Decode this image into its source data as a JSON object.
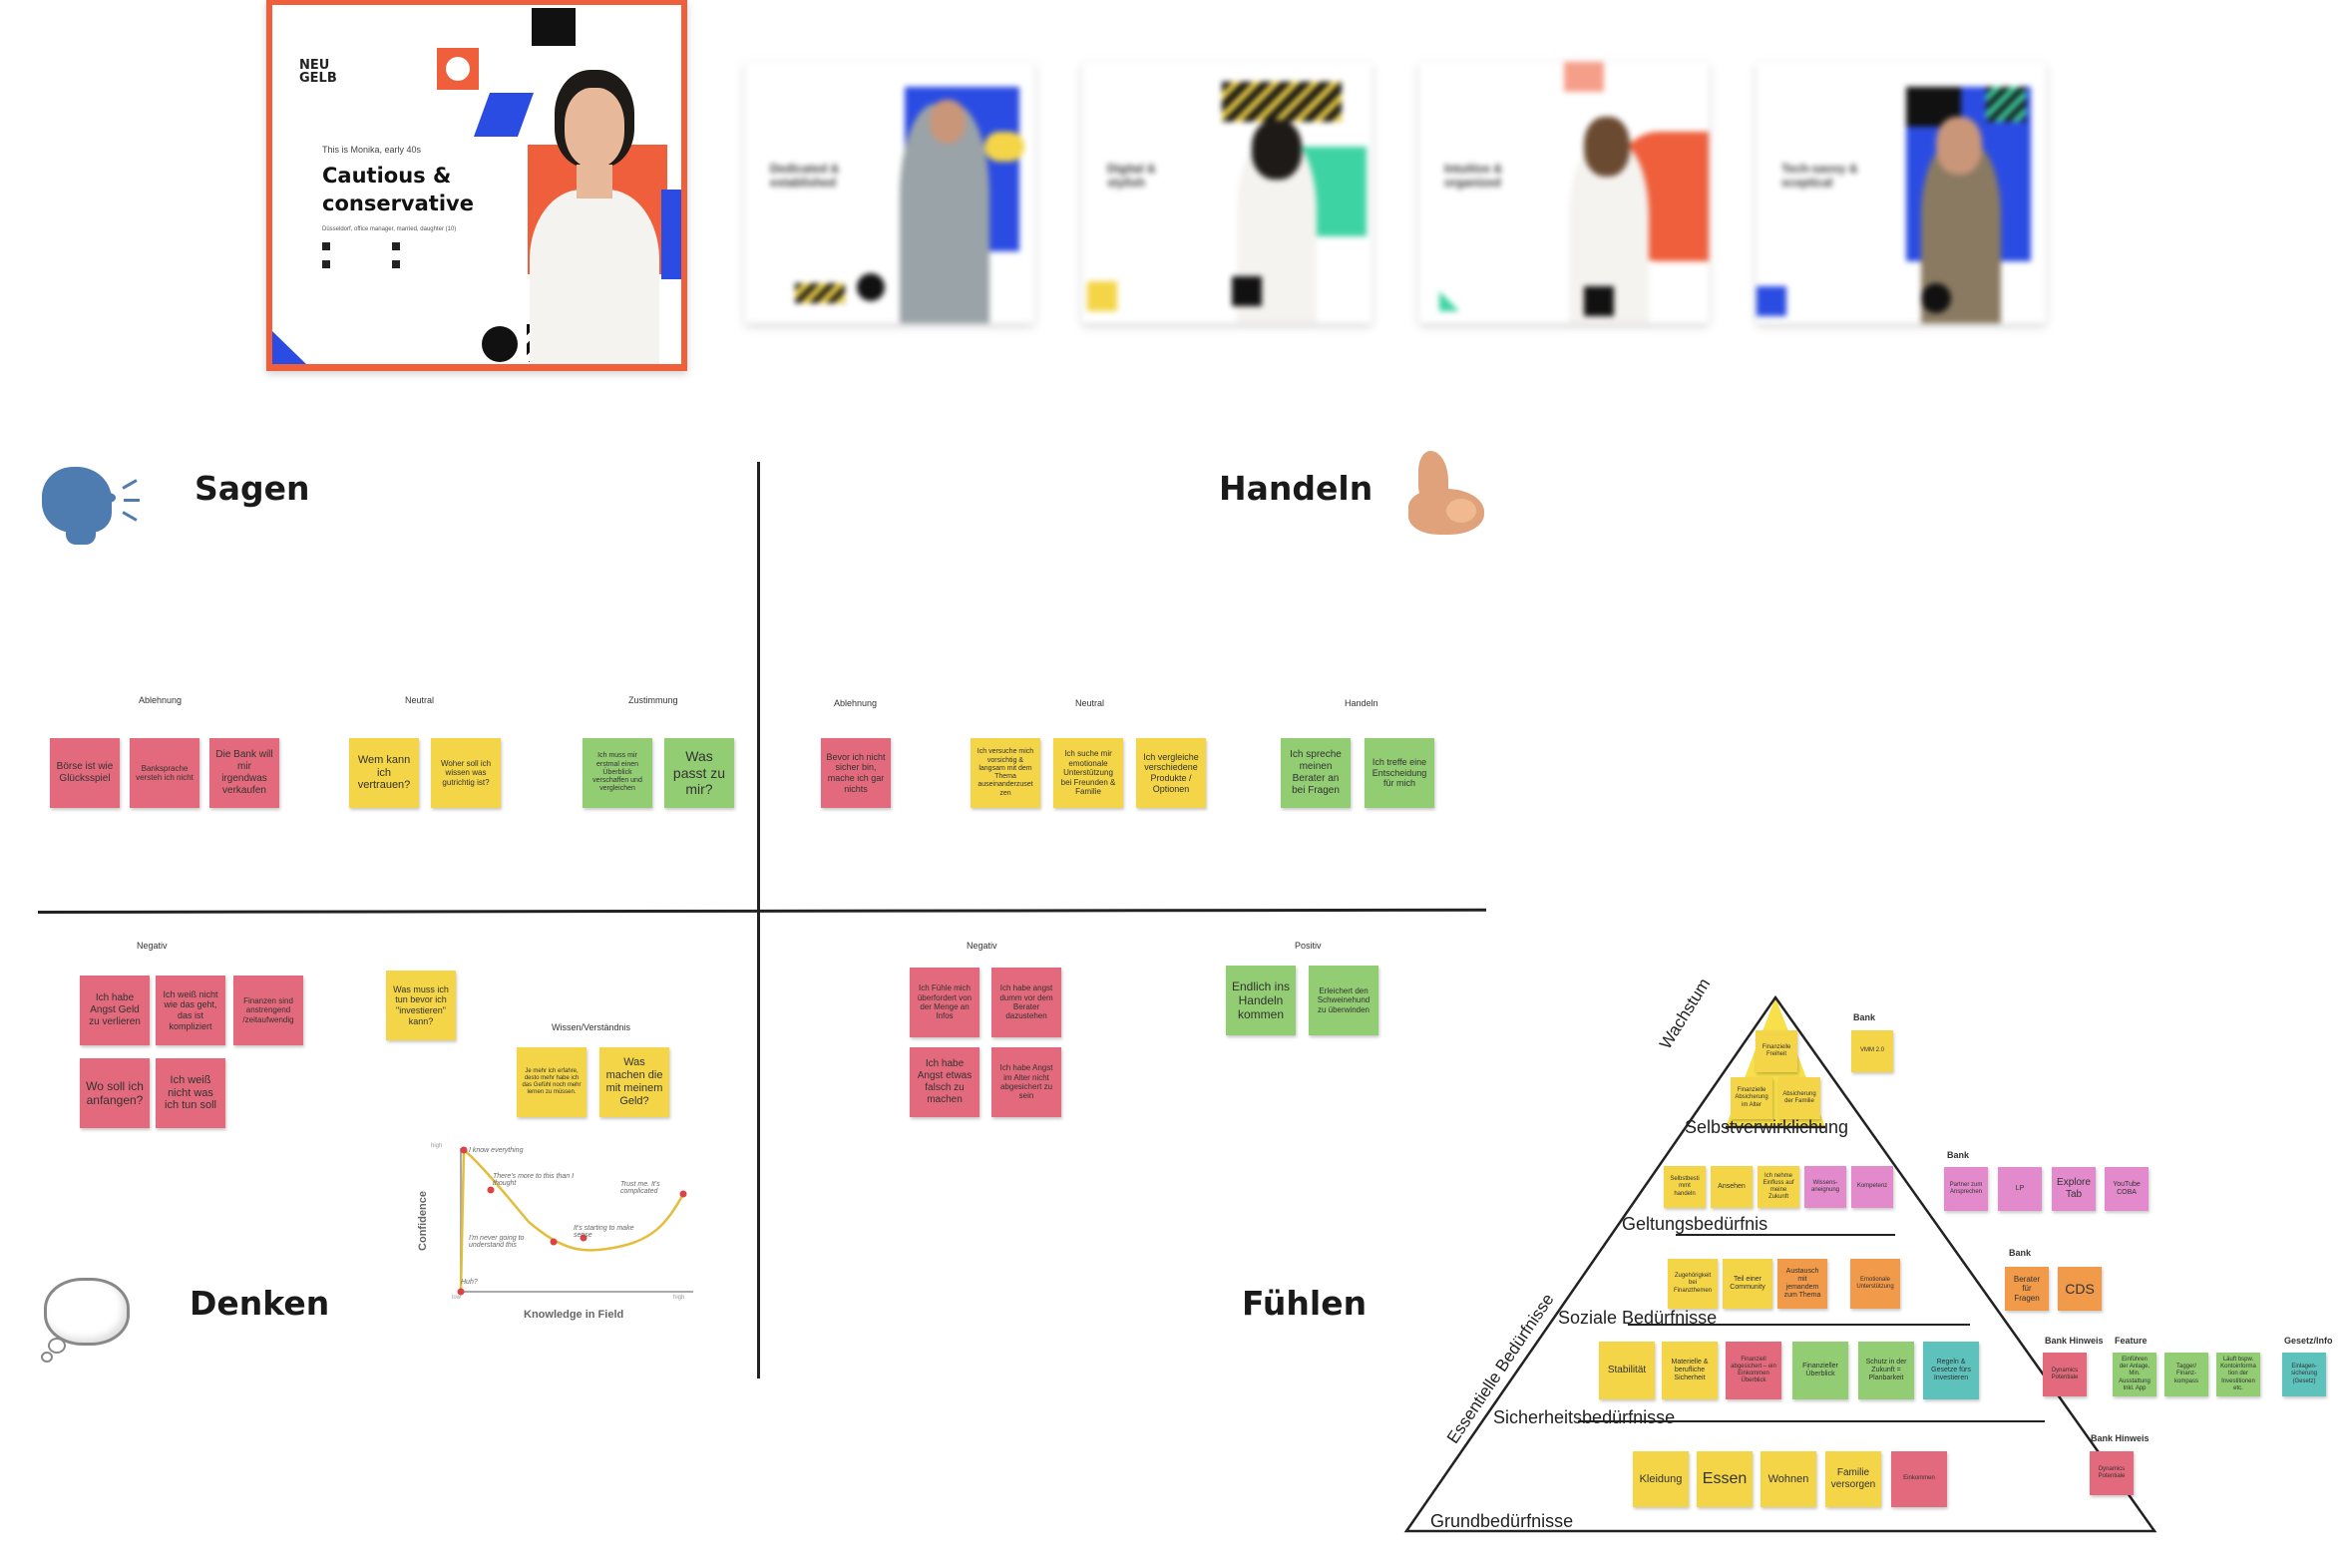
{
  "persona": {
    "brand": "NEU\nGELB",
    "intro": "This is Monika, early 40s",
    "title": "Cautious & conservative",
    "subtitle": "Düsseldorf, office manager, married, daughter (10)",
    "others": [
      "Dedicated & established",
      "Digital & stylish",
      "Intuitive & organized",
      "Tech-savvy & sceptical"
    ]
  },
  "quadrants": {
    "sagen": "Sagen",
    "handeln": "Handeln",
    "denken": "Denken",
    "fuehlen": "Fühlen"
  },
  "sagen": {
    "labels": [
      "Ablehnung",
      "Neutral",
      "Zustimmung"
    ],
    "ablehnung": [
      "Börse ist wie Glücksspiel",
      "Banksprache versteh ich nicht",
      "Die Bank will mir irgendwas verkaufen"
    ],
    "neutral": [
      "Wem kann ich vertrauen?",
      "Woher soll ich wissen was gutrichtig ist?"
    ],
    "zustimmung": [
      "Ich muss mir erstmal einen Überblick verschaffen und vergleichen",
      "Was passt zu mir?"
    ]
  },
  "handeln": {
    "labels": [
      "Ablehnung",
      "Neutral",
      "Handeln"
    ],
    "ablehnung": [
      "Bevor ich nicht sicher bin, mache ich gar nichts"
    ],
    "neutral": [
      "Ich versuche mich vorsichtig & langsam mit dem Thema auseinanderzuset zen",
      "Ich suche mir emotionale Unterstützung bei Freunden & Familie",
      "Ich vergleiche verschiedene Produkte / Optionen"
    ],
    "handeln": [
      "Ich spreche meinen Berater an bei Fragen",
      "Ich treffe eine Entscheidung für mich"
    ]
  },
  "denken": {
    "labels": [
      "Negativ",
      "Wissen/Verständnis"
    ],
    "negativ": [
      "Ich habe Angst Geld zu verlieren",
      "Ich weiß nicht wie das geht, das ist kompliziert",
      "Finanzen sind anstrengend /zeitaufwendig",
      "Wo soll ich anfangen?",
      "Ich weiß nicht was ich tun soll"
    ],
    "question": "Was muss ich tun bevor ich \"investieren\" kann?",
    "wissen": [
      "Je mehr ich erfahre, desto mehr habe ich das Gefühl noch mehr lernen zu müssen.",
      "Was machen die mit meinem Geld?"
    ]
  },
  "dk_chart": {
    "ylabel": "Confidence",
    "xlabel": "Knowledge in Field",
    "high": "high",
    "low": "low",
    "annotations": [
      "I know everything",
      "There's more to this than I thought",
      "I'm never going to understand this",
      "It's starting to make sense",
      "Trust me. It's complicated",
      "Huh?"
    ]
  },
  "fuehlen": {
    "labels": [
      "Negativ",
      "Positiv"
    ],
    "negativ": [
      "Ich Fühle mich überfordert von der Menge an Infos",
      "Ich habe angst dumm vor dem Berater dazustehen",
      "Ich habe Angst etwas falsch zu machen",
      "Ich habe Angst im Alter nicht abgesichert zu sein"
    ],
    "positiv": [
      "Endlich ins Handeln kommen",
      "Erleichert den Schweinehund zu überwinden"
    ]
  },
  "pyramid": {
    "levels": [
      "Selbstverwirklichung",
      "Geltungsbedürfnis",
      "Soziale Bedürfnisse",
      "Sicherheitsbedürfnisse",
      "Grundbedürfnisse"
    ],
    "wachstum": "Wachstum",
    "essentielle": "Essentielle Bedürfnisse",
    "selbst": [
      "Finanzielle Freiheit",
      "Finanzielle Absicherung im Alter",
      "Absicherung der Familie"
    ],
    "geltung": [
      "Selbstbestimmt handeln",
      "Ansehen",
      "Ich nehme Einfluss auf meine Zukunft",
      "Wissens-aneignung",
      "Kompetenz"
    ],
    "sozial": [
      "Zugehörigkeit bei Finanzthemen",
      "Teil einer Community",
      "Austausch mit jemandem zum Thema",
      "Emotionale Unterstützung"
    ],
    "sicherheit": [
      "Stabilität",
      "Materielle & berufliche Sicherheit",
      "Finanziell abgesichert – ein Einkommen Überblick",
      "Finanzieller Überblick",
      "Schutz in der Zukunft = Planbarkeit",
      "Regeln & Gesetze fürs Investieren"
    ],
    "grund": [
      "Kleidung",
      "Essen",
      "Wohnen",
      "Familie versorgen",
      "Einkommen"
    ]
  },
  "side": {
    "bank": "Bank",
    "bank_hinweis": "Bank Hinweis",
    "feature": "Feature",
    "gesetz": "Gesetz/Info",
    "vmm": "VMM 2.0",
    "row2": [
      "Partner zum Ansprechen",
      "LP",
      "Explore Tab",
      "YouTube COBA"
    ],
    "row3": [
      "Berater für Fragen",
      "CDS"
    ],
    "row4_hinweis": "Dynamics Potentiale",
    "row4_features": [
      "Einführen der Anlage, Min. Ausstattung Inkl. App",
      "Tagger/ Finanz-kompass",
      "Läuft bspw. Kontoinformation der Investitionen etc."
    ],
    "row4_gesetz": "Einlagen-sicherung (Gesetz)",
    "row5_hinweis": "Dynamics Potentiale"
  }
}
